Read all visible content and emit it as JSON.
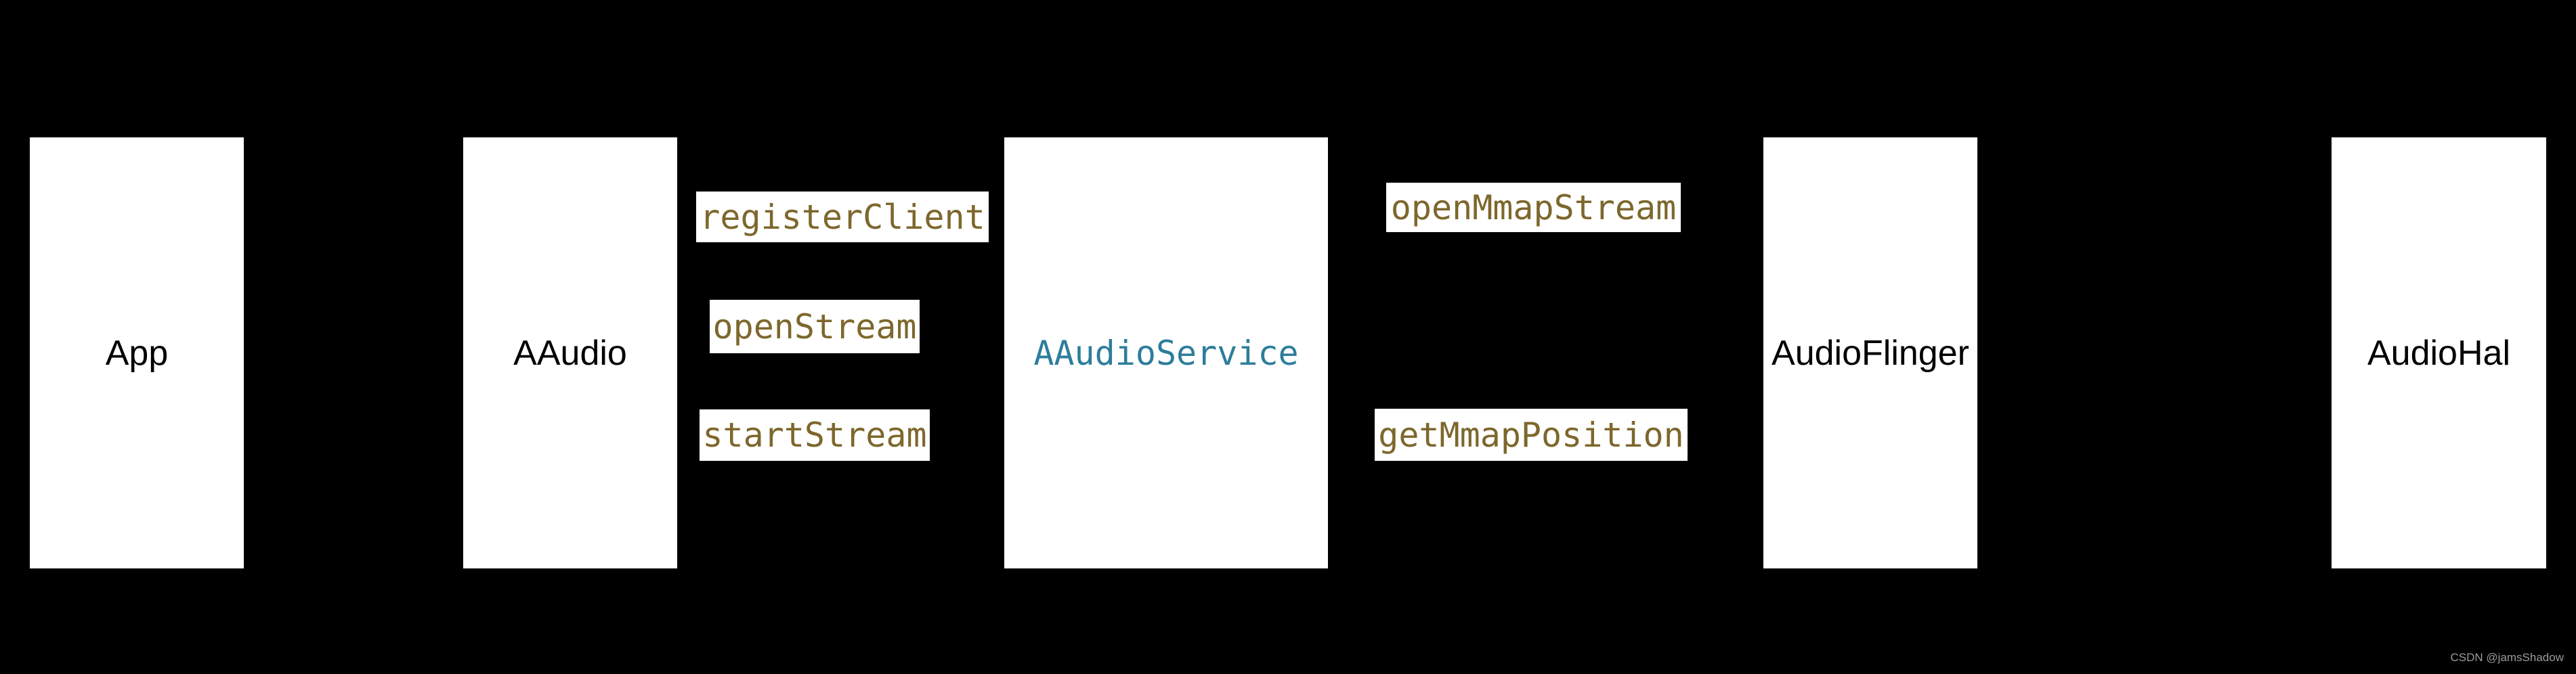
{
  "diagram": {
    "title_hint": "AAudio MMAP audio stack layers",
    "nodes": [
      {
        "id": "app",
        "label": "App"
      },
      {
        "id": "aaudio",
        "label": "AAudio"
      },
      {
        "id": "aaudioservice",
        "label": "AAudioService"
      },
      {
        "id": "audioflinger",
        "label": "AudioFlinger"
      },
      {
        "id": "audiohal",
        "label": "AudioHal"
      }
    ],
    "calls": [
      {
        "id": "registerClient",
        "label": "registerClient"
      },
      {
        "id": "openStream",
        "label": "openStream"
      },
      {
        "id": "startStream",
        "label": "startStream"
      },
      {
        "id": "openMmapStream",
        "label": "openMmapStream"
      },
      {
        "id": "getMmapPosition",
        "label": "getMmapPosition"
      }
    ]
  },
  "watermark": {
    "text": "CSDN @jamsShadow"
  },
  "colors": {
    "background": "#000000",
    "node_fill": "#ffffff",
    "node_label": "#000000",
    "service_label": "#2e7d9b",
    "method_fill": "#ffffff",
    "method_label": "#7d672c",
    "watermark": "#9b9b9b"
  }
}
